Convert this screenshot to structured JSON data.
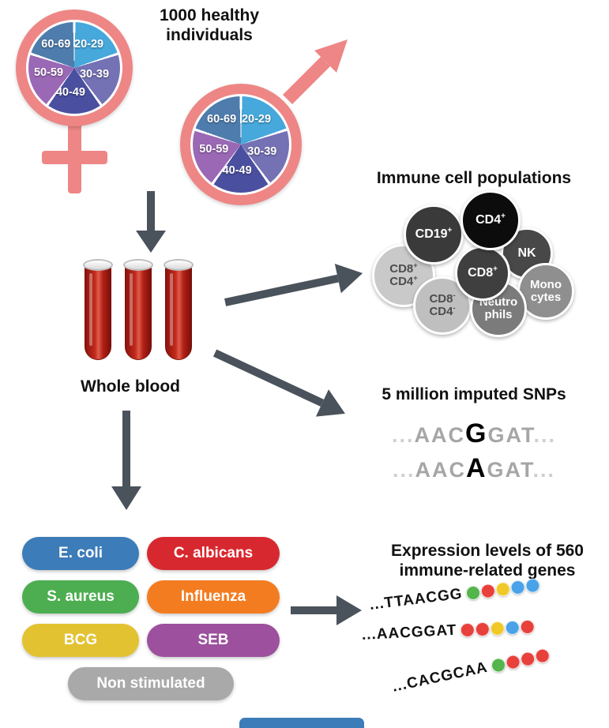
{
  "colors": {
    "symbol_pink": "#ee8686",
    "arrow_gray": "#4a525b",
    "cropped_pill_blue": "#3c7cb8"
  },
  "cohort": {
    "title": "1000 healthy individuals",
    "age_groups": [
      "20-29",
      "30-39",
      "40-49",
      "50-59",
      "60-69"
    ],
    "pie_colors": [
      "#46a8db",
      "#7472b5",
      "#4a4f9f",
      "#9a68b5",
      "#4e7cad"
    ]
  },
  "blood": {
    "label": "Whole blood"
  },
  "immune": {
    "title": "Immune cell populations",
    "cells": [
      {
        "id": "cd8pos-cd4pos",
        "lines": [
          {
            "t": "CD8",
            "s": "+"
          },
          {
            "t": "CD4",
            "s": "+"
          }
        ],
        "bg": "#c9c9c9",
        "fg": "#4d4d4d"
      },
      {
        "id": "cd19pos",
        "lines": [
          {
            "t": "CD19",
            "s": "+"
          }
        ],
        "bg": "#3a3a3a",
        "fg": "#ffffff"
      },
      {
        "id": "nk",
        "lines": [
          {
            "t": "NK",
            "s": ""
          }
        ],
        "bg": "#484848",
        "fg": "#ffffff"
      },
      {
        "id": "monocytes",
        "lines": [
          {
            "t": "Mono",
            "s": ""
          },
          {
            "t": "cytes",
            "s": ""
          }
        ],
        "bg": "#8f8f8f",
        "fg": "#ffffff"
      },
      {
        "id": "cd8neg-cd4neg",
        "lines": [
          {
            "t": "CD8",
            "s": "-"
          },
          {
            "t": "CD4",
            "s": "-"
          }
        ],
        "bg": "#bfbfbf",
        "fg": "#4d4d4d"
      },
      {
        "id": "neutrophils",
        "lines": [
          {
            "t": "Neutro",
            "s": ""
          },
          {
            "t": "phils",
            "s": ""
          }
        ],
        "bg": "#7b7b7b",
        "fg": "#ffffff"
      },
      {
        "id": "cd8pos",
        "lines": [
          {
            "t": "CD8",
            "s": "+"
          }
        ],
        "bg": "#3f3f3f",
        "fg": "#ffffff"
      },
      {
        "id": "cd4pos",
        "lines": [
          {
            "t": "CD4",
            "s": "+"
          }
        ],
        "bg": "#0c0c0c",
        "fg": "#ffffff"
      }
    ]
  },
  "snps": {
    "title": "5 million imputed SNPs",
    "sequences": [
      {
        "pre": "AAC",
        "variant": "G",
        "post": "GAT"
      },
      {
        "pre": "AAC",
        "variant": "A",
        "post": "GAT"
      }
    ]
  },
  "stimuli": {
    "pills": [
      {
        "label": "E. coli",
        "color": "#3c7cb8"
      },
      {
        "label": "C. albicans",
        "color": "#d8282f"
      },
      {
        "label": "S. aureus",
        "color": "#4cae50"
      },
      {
        "label": "Influenza",
        "color": "#f47c20"
      },
      {
        "label": "BCG",
        "color": "#e3c232"
      },
      {
        "label": "SEB",
        "color": "#9c509e"
      },
      {
        "label": "Non stimulated",
        "color": "#a9a9a9"
      }
    ]
  },
  "expression": {
    "title": "Expression levels of 560 immune-related genes",
    "dot_colors": {
      "green": "#53b54b",
      "red": "#e8413c",
      "yellow": "#f0c929",
      "blue": "#4aa3e8"
    },
    "genes": [
      {
        "seq": "...TTAACGG",
        "dots": [
          "green",
          "red",
          "yellow",
          "blue",
          "blue"
        ]
      },
      {
        "seq": "...AACGGAT",
        "dots": [
          "red",
          "red",
          "yellow",
          "blue",
          "red"
        ]
      },
      {
        "seq": "...CACGCAA",
        "dots": [
          "green",
          "red",
          "red",
          "red"
        ]
      }
    ]
  }
}
